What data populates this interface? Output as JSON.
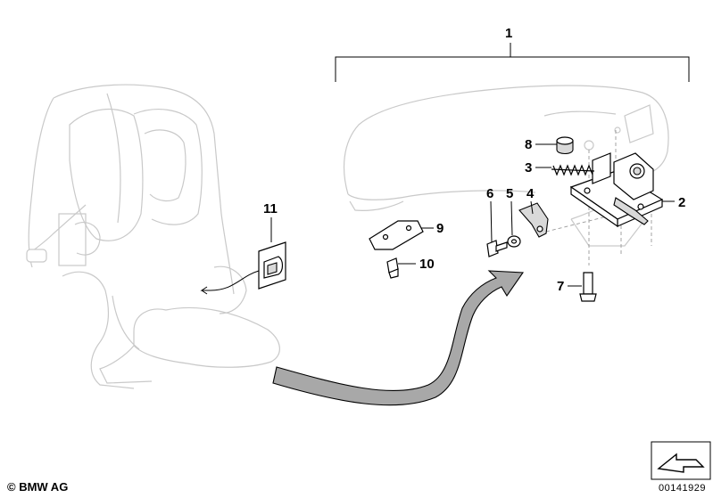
{
  "callouts": [
    {
      "id": "1",
      "label": "1"
    },
    {
      "id": "2",
      "label": "2"
    },
    {
      "id": "3",
      "label": "3"
    },
    {
      "id": "4",
      "label": "4"
    },
    {
      "id": "5",
      "label": "5"
    },
    {
      "id": "6",
      "label": "6"
    },
    {
      "id": "7",
      "label": "7"
    },
    {
      "id": "8",
      "label": "8"
    },
    {
      "id": "9",
      "label": "9"
    },
    {
      "id": "10",
      "label": "10"
    },
    {
      "id": "11",
      "label": "11"
    }
  ],
  "footer": {
    "copyright": "© BMW AG",
    "drawing_number": "00141929"
  },
  "colors": {
    "ghost_outline": "#c9c9c9",
    "part_outline": "#000000",
    "arrow_fill": "#a8a8a8"
  },
  "icons": {
    "corner_arrow": "return-arrow-icon"
  }
}
